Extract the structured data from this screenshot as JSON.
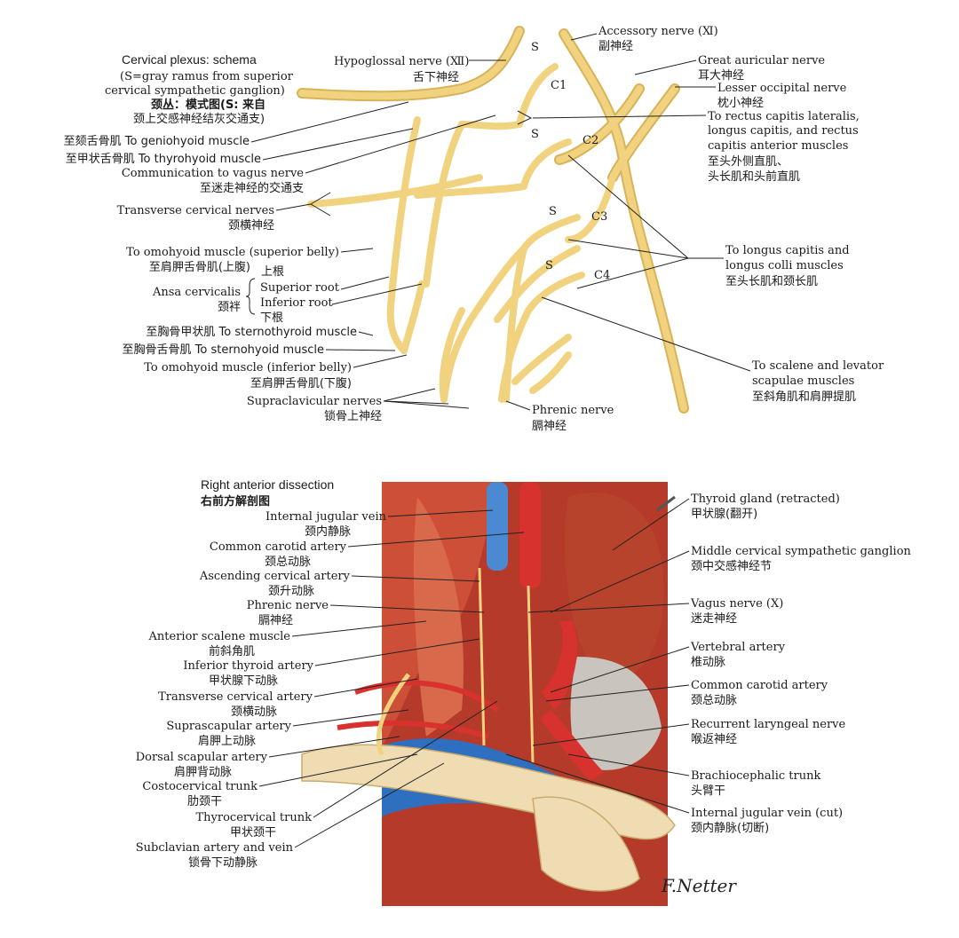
{
  "colors": {
    "nerve": "#f1d27e",
    "nerve_edge": "#d8b35a",
    "muscle": "#c8452f",
    "artery": "#d8322e",
    "vein": "#3f7ec9",
    "bone": "#efdcb2"
  },
  "top": {
    "title": "Cervical plexus: schema",
    "subtitle1": "(S=gray ramus from superior",
    "subtitle2": "cervical sympathetic ganglion)",
    "title_zh1": "颈丛：模式图(S: 来自",
    "title_zh2": "颈上交感神经结灰交通支)",
    "roots": {
      "s": "S",
      "c1": "C1",
      "c2": "C2",
      "c3": "C3",
      "c4": "C4"
    },
    "labels": {
      "hypoglossal_en": "Hypoglossal nerve (Ⅻ)",
      "hypoglossal_zh": "舌下神经",
      "accessory_en": "Accessory nerve (Ⅺ)",
      "accessory_zh": "副神经",
      "great_auricular_en": "Great auricular nerve",
      "great_auricular_zh": "耳大神经",
      "lesser_occipital_en": "Lesser occipital nerve",
      "lesser_occipital_zh": "枕小神经",
      "rectus_1": "To rectus capitis lateralis,",
      "rectus_2": "longus capitis, and rectus",
      "rectus_3": "capitis anterior muscles",
      "rectus_zh1": "至头外侧直肌、",
      "rectus_zh2": "头长肌和头前直肌",
      "geniohyoid": "至颏舌骨肌 To geniohyoid muscle",
      "thyrohyoid": "至甲状舌骨肌 To thyrohyoid muscle",
      "vagus_comm_en": "Communication to vagus nerve",
      "vagus_comm_zh": "至迷走神经的交通支",
      "transverse_en": "Transverse cervical nerves",
      "transverse_zh": "颈横神经",
      "omohyoid_sup_en": "To omohyoid muscle (superior belly)",
      "omohyoid_sup_zh": "至肩胛舌骨肌(上腹)",
      "superior_root_zh": "上根",
      "ansa_en": "Ansa cervicalis",
      "ansa_zh": "颈袢",
      "superior_root_en": "Superior root",
      "inferior_root_en": "Inferior root",
      "inferior_root_zh": "下根",
      "longus_1": "To longus capitis and",
      "longus_2": "longus colli muscles",
      "longus_zh": "至头长肌和颈长肌",
      "sternothyroid": "至胸骨甲状肌 To sternothyroid muscle",
      "sternohyoid": "至胸骨舌骨肌 To sternohyoid muscle",
      "omohyoid_inf_en": "To omohyoid muscle (inferior belly)",
      "omohyoid_inf_zh": "至肩胛舌骨肌(下腹)",
      "scalene_1": "To scalene and levator",
      "scalene_2": "scapulae muscles",
      "scalene_zh": "至斜角肌和肩胛提肌",
      "supraclavicular_en": "Supraclavicular nerves",
      "supraclavicular_zh": "锁骨上神经",
      "phrenic_en": "Phrenic nerve",
      "phrenic_zh": "膈神经"
    }
  },
  "bottom": {
    "title": "Right anterior dissection",
    "title_zh": "右前方解剖图",
    "left_labels": [
      {
        "en": "Internal jugular vein",
        "zh": "颈内静脉"
      },
      {
        "en": "Common carotid artery",
        "zh": "颈总动脉"
      },
      {
        "en": "Ascending cervical artery",
        "zh": "颈升动脉"
      },
      {
        "en": "Phrenic nerve",
        "zh": "膈神经"
      },
      {
        "en": "Anterior scalene muscle",
        "zh": "前斜角肌"
      },
      {
        "en": "Inferior thyroid artery",
        "zh": "甲状腺下动脉"
      },
      {
        "en": "Transverse cervical artery",
        "zh": "颈横动脉"
      },
      {
        "en": "Suprascapular artery",
        "zh": "肩胛上动脉"
      },
      {
        "en": "Dorsal scapular artery",
        "zh": "肩胛背动脉"
      },
      {
        "en": "Costocervical trunk",
        "zh": "肋颈干"
      },
      {
        "en": "Thyrocervical trunk",
        "zh": "甲状颈干"
      },
      {
        "en": "Subclavian artery and vein",
        "zh": "锁骨下动静脉"
      }
    ],
    "right_labels": [
      {
        "en": "Thyroid gland (retracted)",
        "zh": "甲状腺(翻开)"
      },
      {
        "en": "Middle cervical sympathetic ganglion",
        "zh": "颈中交感神经节"
      },
      {
        "en": "Vagus nerve (X)",
        "zh": "迷走神经"
      },
      {
        "en": "Vertebral artery",
        "zh": "椎动脉"
      },
      {
        "en": "Common carotid artery",
        "zh": "颈总动脉"
      },
      {
        "en": "Recurrent laryngeal nerve",
        "zh": "喉返神经"
      },
      {
        "en": "Brachiocephalic trunk",
        "zh": "头臂干"
      },
      {
        "en": "Internal jugular vein (cut)",
        "zh": "颈内静脉(切断)"
      }
    ]
  }
}
